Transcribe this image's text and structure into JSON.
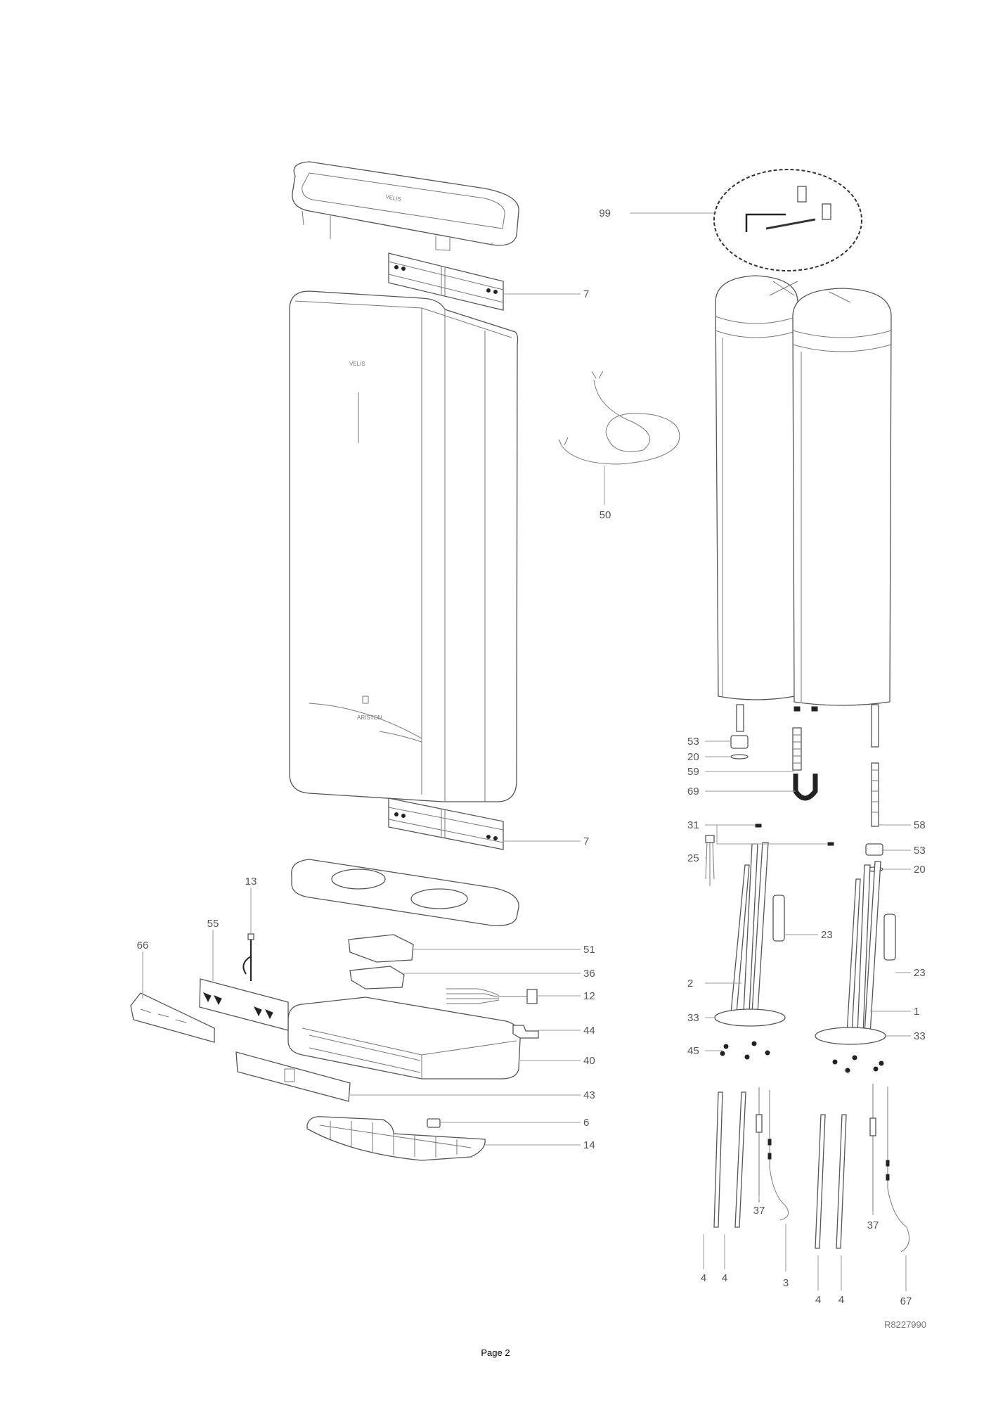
{
  "callouts": [
    "99",
    "7",
    "50",
    "53",
    "20",
    "59",
    "69",
    "7",
    "31",
    "58",
    "53",
    "20",
    "25",
    "13",
    "55",
    "66",
    "51",
    "23",
    "23",
    "36",
    "12",
    "2",
    "1",
    "33",
    "33",
    "44",
    "45",
    "40",
    "43",
    "6",
    "14",
    "37",
    "37",
    "4",
    "4",
    "3",
    "4",
    "4",
    "67"
  ],
  "logos": {
    "front": "VELIS",
    "brand": "ARISTON"
  },
  "reference_code": "R8227990",
  "page_label": "Page 2"
}
